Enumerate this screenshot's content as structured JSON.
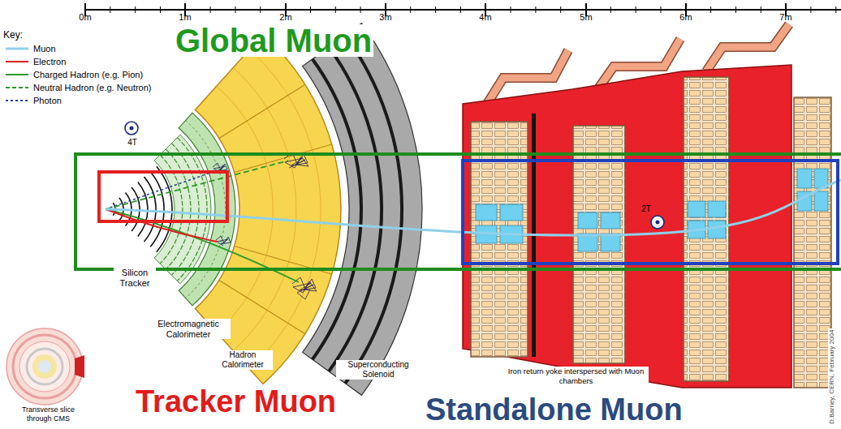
{
  "diagram": {
    "labels": [
      "0m",
      "1m",
      "2m",
      "3m",
      "4m",
      "5m",
      "6m",
      "7m",
      "Key:",
      "Global Muon",
      "4T",
      "2T",
      "Silicon Tracker",
      "Electromagnetic Calorimeter",
      "Hadron Calorimeter",
      "Superconducting Solenoid",
      "Iron return yoke interspersed with Muon chambers",
      "Transverse slice through CMS",
      "Tracker Muon",
      "Standalone Muon",
      "D.Barney, CERN, February 2004"
    ],
    "legend": [
      {
        "text": "Muon"
      },
      {
        "text": "Electron"
      },
      {
        "text": "Charged Hadron (e.g. Pion)"
      },
      {
        "text": "Neutral Hadron (e.g. Neutron)"
      },
      {
        "text": "Photon"
      }
    ]
  }
}
